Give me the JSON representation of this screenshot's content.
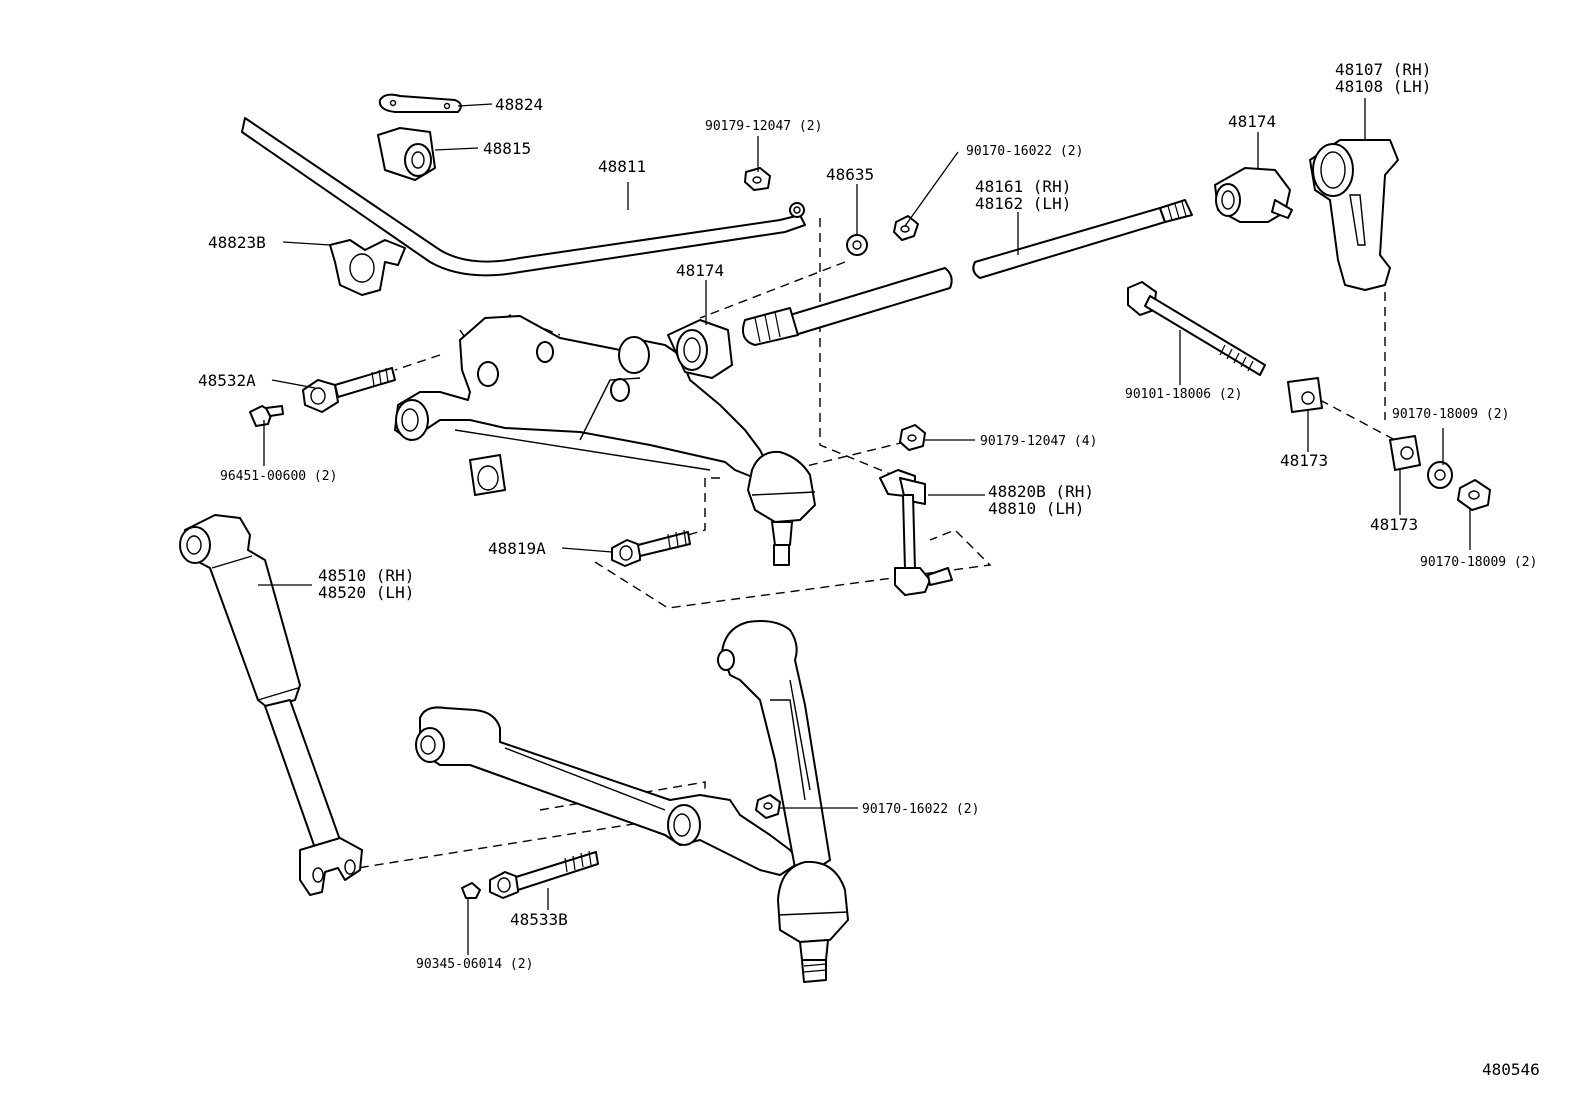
{
  "diagram_id": "480546",
  "callouts": {
    "p48824": "48824",
    "p48815": "48815",
    "p48811": "48811",
    "p48823B": "48823B",
    "p90179_12047_2": "90179-12047 (2)",
    "p48635": "48635",
    "p90170_16022_2_top": "90170-16022 (2)",
    "p48161_rh": "48161 (RH)",
    "p48162_lh": "48162 (LH)",
    "p48174_right": "48174",
    "p48107_rh": "48107 (RH)",
    "p48108_lh": "48108 (LH)",
    "p48174_left": "48174",
    "p48532A": "48532A",
    "p96451_00600_2": "96451-00600 (2)",
    "p90101_18006_2": "90101-18006 (2)",
    "p48173_a": "48173",
    "p48173_b": "48173",
    "p90170_18009_2_a": "90170-18009 (2)",
    "p90170_18009_2_b": "90170-18009 (2)",
    "p90179_12047_4": "90179-12047 (4)",
    "p48820B_rh": "48820B (RH)",
    "p48810_lh": "48810 (LH)",
    "p48819A": "48819A",
    "p48510_rh": "48510 (RH)",
    "p48520_lh": "48520 (LH)",
    "p90170_16022_2_bottom": "90170-16022 (2)",
    "p48533B": "48533B",
    "p90345_06014_2": "90345-06014 (2)"
  }
}
